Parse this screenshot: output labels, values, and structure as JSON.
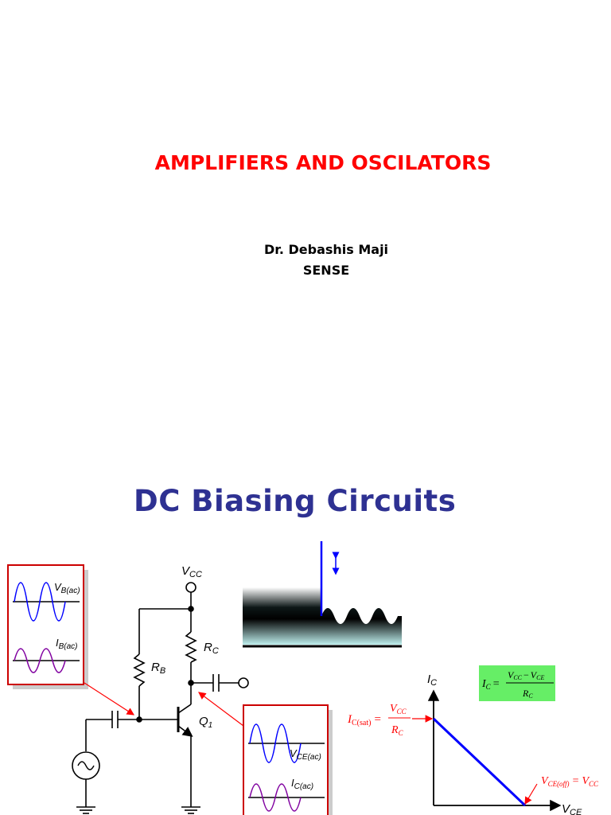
{
  "title": "AMPLIFIERS AND OSCILATORS",
  "author": {
    "name": "Dr. Debashis Maji",
    "affiliation": "SENSE"
  },
  "heading": "DC Biasing Circuits",
  "colors": {
    "title": "#ff0000",
    "heading": "#2e3192",
    "signal_blue": "#0000ff",
    "signal_purple": "#8000a0",
    "equation_bg": "#66ee66",
    "arrow_red": "#ff0000"
  },
  "circuit": {
    "vcc": {
      "main": "V",
      "sub": "CC"
    },
    "rc": {
      "main": "R",
      "sub": "C"
    },
    "rb": {
      "main": "R",
      "sub": "B"
    },
    "q1": {
      "main": "Q",
      "sub": "1"
    },
    "vb_ac": {
      "main": "V",
      "sub": "B(ac)"
    },
    "ib_ac": {
      "main": "I",
      "sub": "B(ac)"
    },
    "vce_ac": {
      "main": "V",
      "sub": "CE(ac)"
    },
    "ic_ac": {
      "main": "I",
      "sub": "C(ac)"
    }
  },
  "loadline": {
    "y_axis": {
      "main": "I",
      "sub": "C"
    },
    "x_axis": {
      "main": "V",
      "sub": "CE"
    },
    "ic_sat": {
      "main": "I",
      "sub": "C(sat)",
      "eq": "=",
      "num_main": "V",
      "num_sub": "CC",
      "den_main": "R",
      "den_sub": "C"
    },
    "vce_off": {
      "main": "V",
      "sub": "CE(off)",
      "eq": "=",
      "rhs_main": "V",
      "rhs_sub": "CC"
    },
    "equation": {
      "lhs_main": "I",
      "lhs_sub": "C",
      "eq": "=",
      "num_a_main": "V",
      "num_a_sub": "CC",
      "minus": "−",
      "num_b_main": "V",
      "num_b_sub": "CE",
      "den_main": "R",
      "den_sub": "C"
    }
  }
}
